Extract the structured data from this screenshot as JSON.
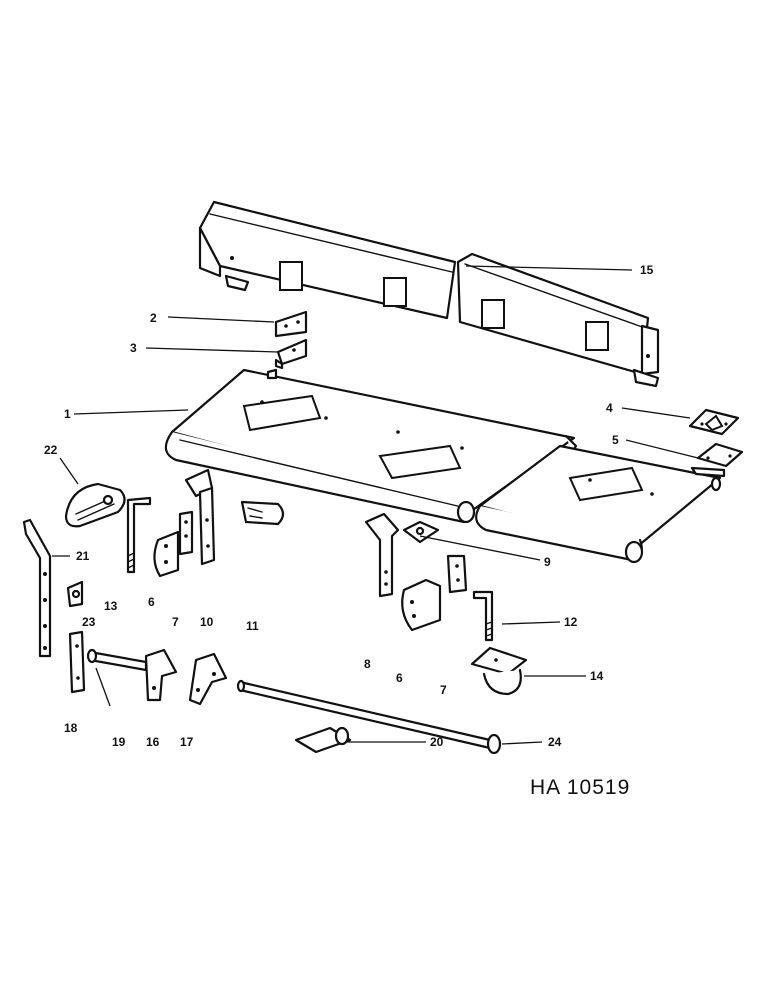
{
  "labels": {
    "c1": "1",
    "c2": "2",
    "c3": "3",
    "c4": "4",
    "c5": "5",
    "c6a": "6",
    "c6b": "6",
    "c7a": "7",
    "c7b": "7",
    "c8": "8",
    "c9": "9",
    "c10": "10",
    "c11": "11",
    "c12": "12",
    "c13": "13",
    "c14": "14",
    "c15": "15",
    "c16": "16",
    "c17": "17",
    "c18": "18",
    "c19": "19",
    "c20": "20",
    "c21": "21",
    "c22": "22",
    "c23": "23",
    "c24": "24"
  },
  "drawing_code": "HA 10519"
}
